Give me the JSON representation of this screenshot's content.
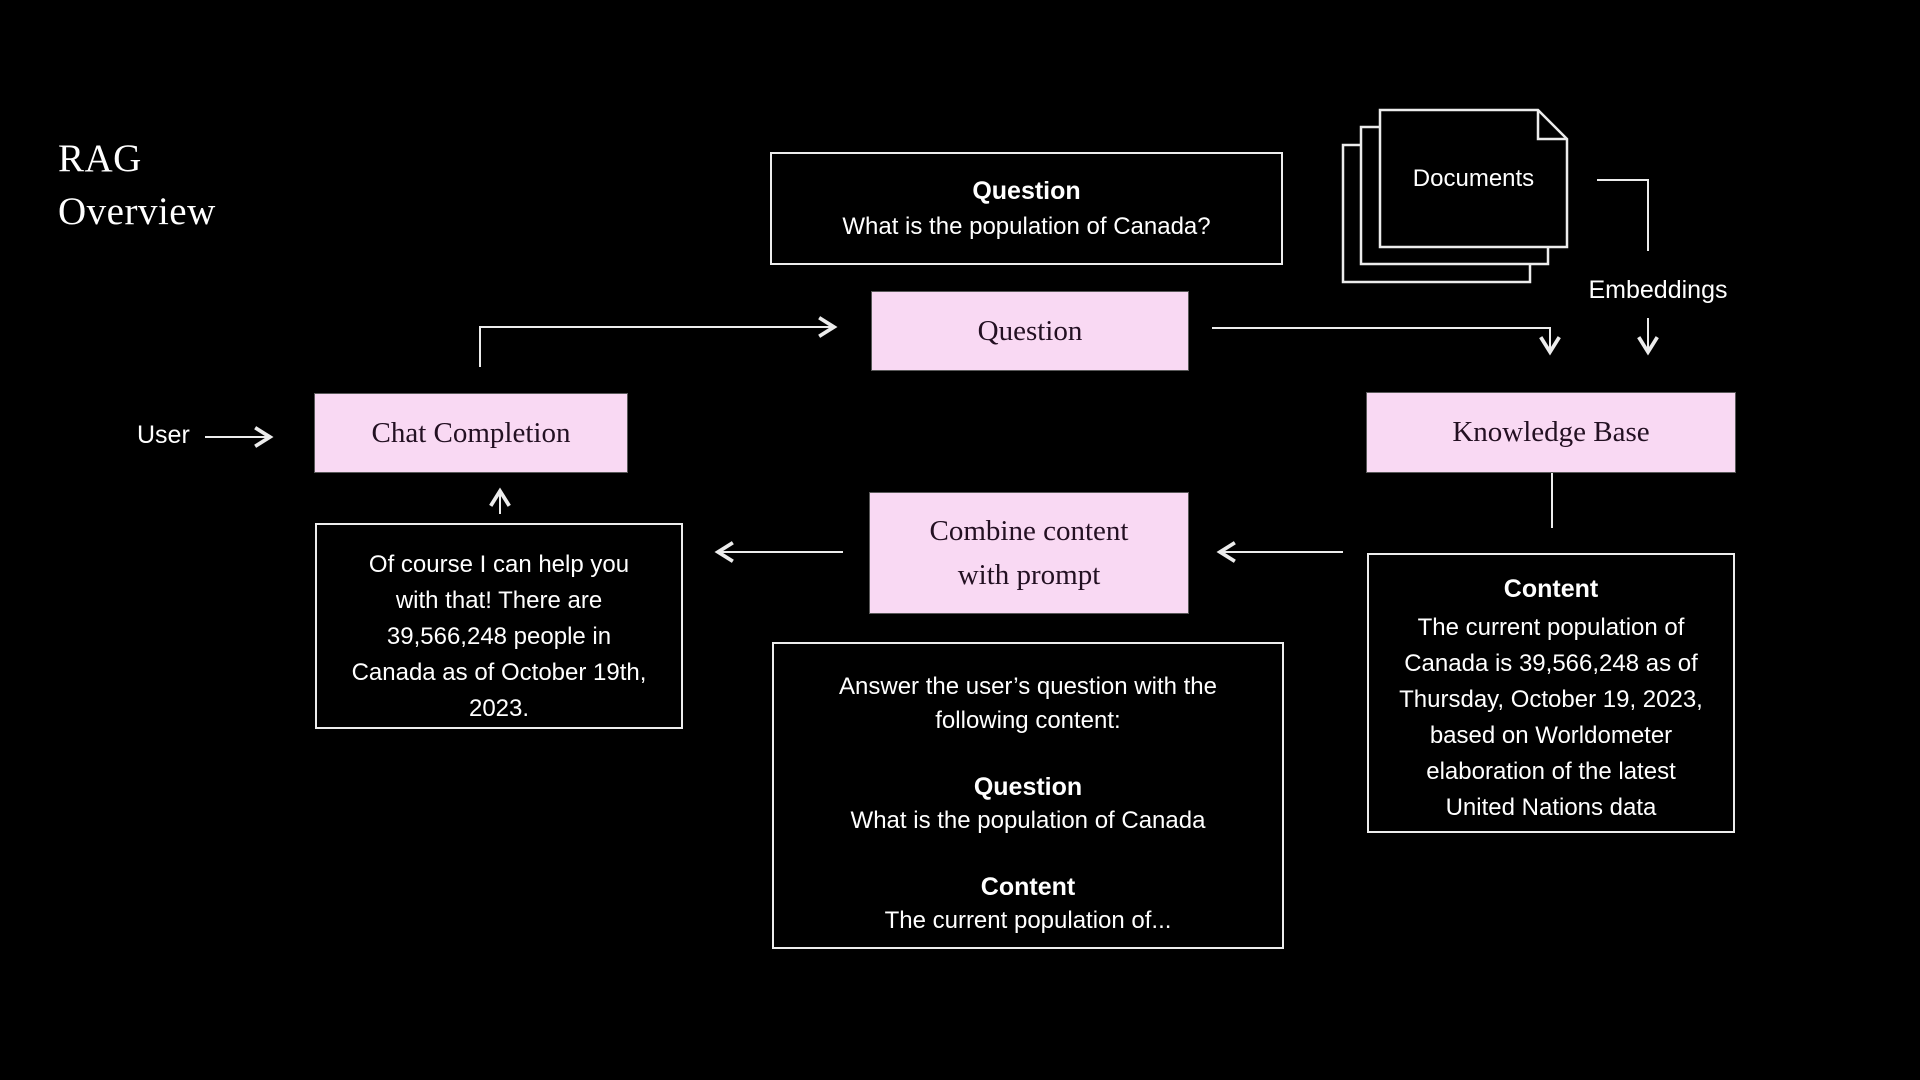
{
  "colors": {
    "background": "#000000",
    "node_pink": "#F9D9F3",
    "node_text": "#231022",
    "connector": "#ECECEC",
    "text": "#FFFFFF"
  },
  "title": {
    "line1": "RAG",
    "line2": "Overview"
  },
  "labels": {
    "user": "User",
    "documents": "Documents",
    "embeddings": "Embeddings"
  },
  "nodes": {
    "question_display": {
      "heading": "Question",
      "body": "What is the population of Canada?"
    },
    "question_step": "Question",
    "chat_completion": "Chat Completion",
    "knowledge_base": "Knowledge Base",
    "combine": {
      "line1": "Combine content",
      "line2": "with prompt"
    },
    "content": {
      "heading": "Content",
      "lines": [
        "The current population of",
        "Canada is 39,566,248 as of",
        "Thursday, October 19, 2023,",
        "based on Worldometer",
        "elaboration of the latest",
        "United Nations data"
      ]
    },
    "response": {
      "lines": [
        "Of course I can help you",
        "with that! There are",
        "39,566,248 people in",
        "Canada as of October 19th,",
        "2023."
      ]
    },
    "prompt": {
      "intro_lines": [
        "Answer the user’s question with the",
        "following content:"
      ],
      "question_heading": "Question",
      "question_body": "What is the population of Canada",
      "content_heading": "Content",
      "content_body": "The current population of..."
    }
  }
}
